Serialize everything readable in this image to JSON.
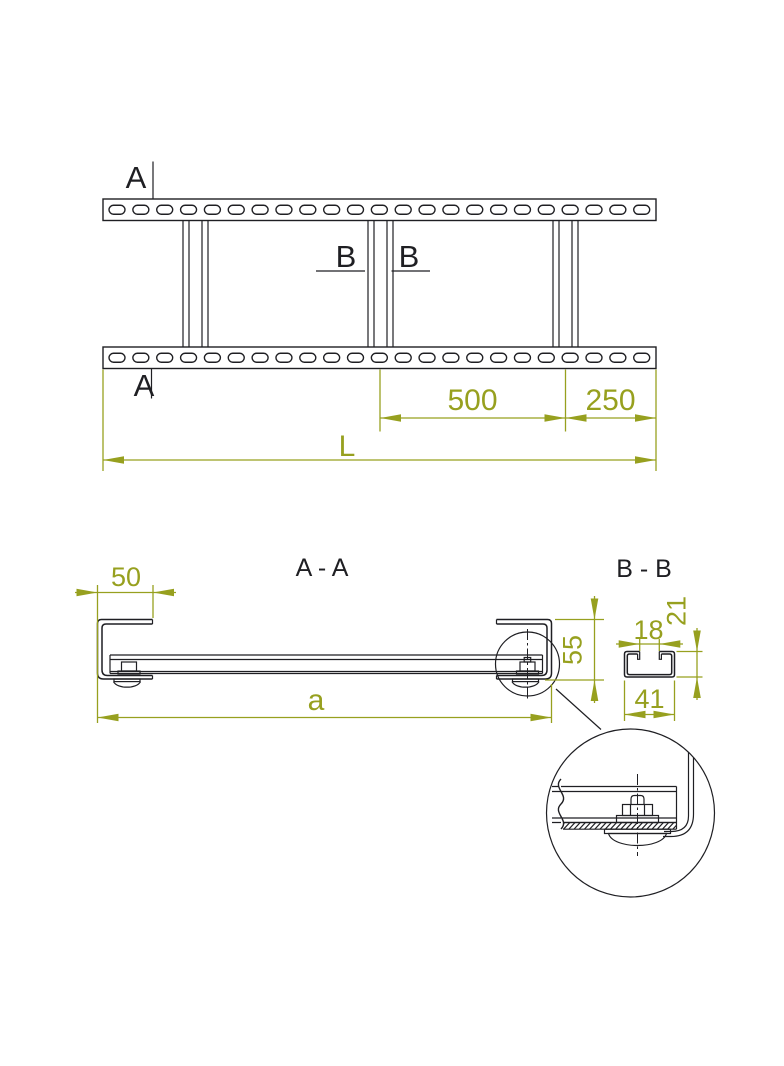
{
  "drawing": {
    "colors": {
      "line": "#1f1f23",
      "dimension": "#97a01f",
      "background": "#ffffff"
    },
    "top_view": {
      "section_mark_a_top": "A",
      "section_mark_a_bottom": "A",
      "section_mark_b_left": "B",
      "section_mark_b_right": "B",
      "dim_rung_spacing": "500",
      "dim_end_offset": "250",
      "dim_total_length": "L"
    },
    "section_aa": {
      "title": "A - A",
      "dim_flange_width": "50",
      "dim_inner_width": "a",
      "dim_rail_height": "55"
    },
    "section_bb": {
      "title": "B - B",
      "dim_opening_width": "18",
      "dim_rung_height": "21",
      "dim_rung_width": "41"
    }
  }
}
